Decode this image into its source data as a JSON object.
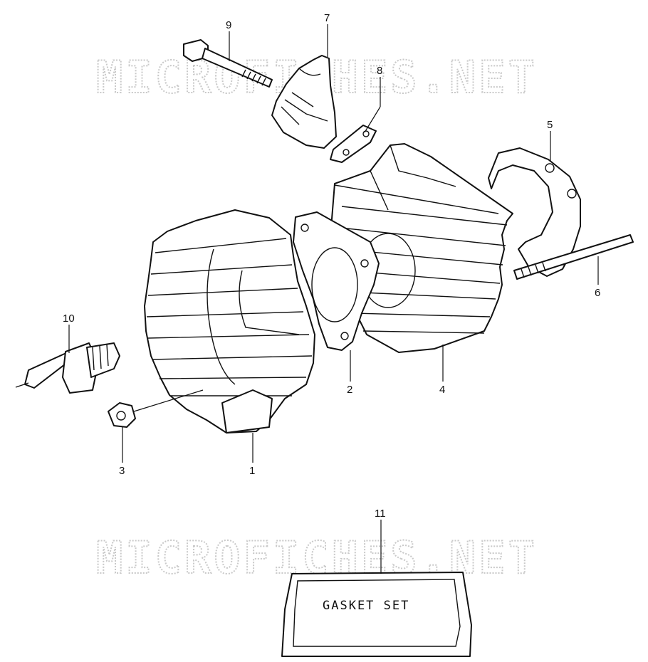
{
  "watermark": {
    "text": "MICROFICHES.NET"
  },
  "callouts": [
    {
      "id": "1",
      "label": "1"
    },
    {
      "id": "2",
      "label": "2"
    },
    {
      "id": "3",
      "label": "3"
    },
    {
      "id": "4",
      "label": "4"
    },
    {
      "id": "5",
      "label": "5"
    },
    {
      "id": "6",
      "label": "6"
    },
    {
      "id": "7",
      "label": "7"
    },
    {
      "id": "8",
      "label": "8"
    },
    {
      "id": "9",
      "label": "9"
    },
    {
      "id": "10",
      "label": "10"
    },
    {
      "id": "11",
      "label": "11"
    }
  ],
  "gasket_kit": {
    "label": "GASKET SET"
  }
}
